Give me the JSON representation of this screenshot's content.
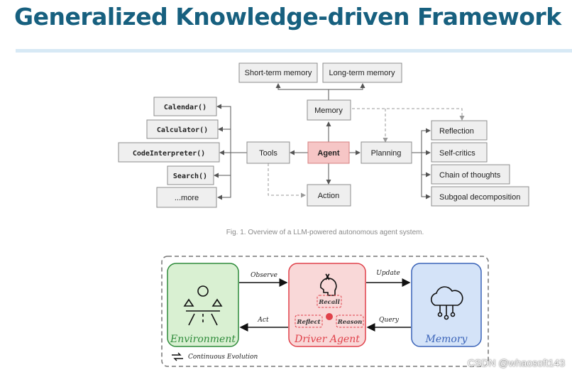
{
  "slide": {
    "title": "Generalized Knowledge-driven Framework"
  },
  "figure1": {
    "caption": "Fig. 1. Overview of a LLM-powered autonomous agent system.",
    "agent": "Agent",
    "memory": "Memory",
    "short_term_memory": "Short-term memory",
    "long_term_memory": "Long-term memory",
    "tools": "Tools",
    "action": "Action",
    "planning": "Planning",
    "tool_items": [
      "Calendar()",
      "Calculator()",
      "CodeInterpreter()",
      "Search()",
      "...more"
    ],
    "planning_items": [
      "Reflection",
      "Self-critics",
      "Chain of thoughts",
      "Subgoal decomposition"
    ]
  },
  "figure2": {
    "environment": "Environment",
    "driver_agent": "Driver Agent",
    "memory": "Memory",
    "observe": "Observe",
    "act": "Act",
    "update": "Update",
    "query": "Query",
    "recall": "Recall",
    "reflect": "Reflect",
    "reason": "Reason",
    "continuous_evolution": "Continuous Evolution",
    "colors": {
      "environment": "#2e8b3a",
      "driver_agent": "#e0414a",
      "memory": "#3a63b8"
    }
  },
  "watermark": "CSDN @whaosoft143"
}
